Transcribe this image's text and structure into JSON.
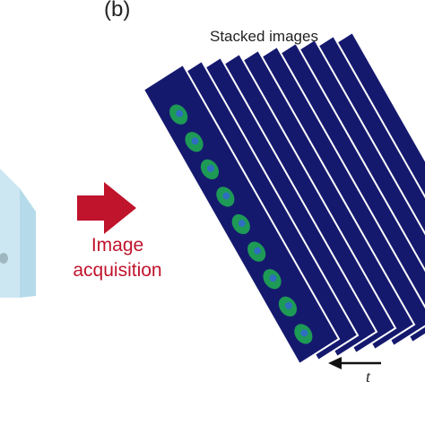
{
  "panel_label": "(b)",
  "stack_title": "Stacked images",
  "acquisition_label": {
    "line1": "Image",
    "line2": "acquisition"
  },
  "time_label": "t",
  "colors": {
    "slide": "#15196e",
    "slide_border": "#ffffff",
    "cell": "#1d9a55",
    "nucleus": "#2f6fc0",
    "arrow": "#c0142c",
    "sample_box": "#bfe1ef"
  },
  "icons": {
    "acquisition_arrow": "right-arrow",
    "time_arrow": "left-arrow"
  },
  "slide_count": 10
}
